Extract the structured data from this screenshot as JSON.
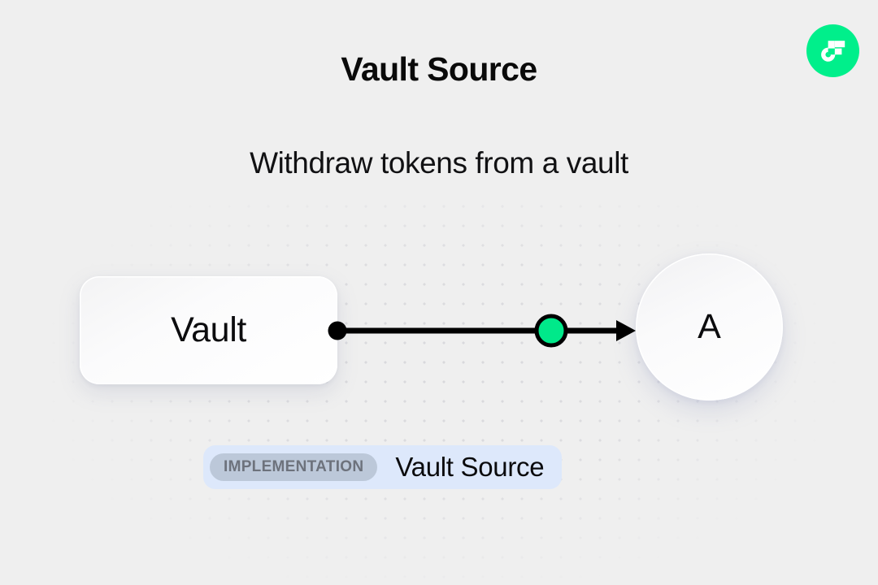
{
  "header": {
    "title": "Vault Source",
    "subtitle": "Withdraw tokens from a vault"
  },
  "brand": {
    "logo_icon": "flow-logo-icon",
    "logo_bg_color": "#00ef8b",
    "logo_mark_color": "#ffffff"
  },
  "diagram": {
    "source_node": {
      "label": "Vault",
      "shape": "rounded-rectangle"
    },
    "target_node": {
      "label": "A",
      "shape": "circle"
    },
    "edge": {
      "start_port_icon": "connector-dot-icon",
      "midpoint_icon": "edge-midpoint-dot-icon",
      "end_icon": "arrowhead-icon",
      "line_color": "#000000",
      "midpoint_color": "#00e98a"
    },
    "background": {
      "pattern": "dot-grid",
      "dot_color": "#d6d6da",
      "canvas_color": "#efefef"
    }
  },
  "badge": {
    "tag_label": "IMPLEMENTATION",
    "name_label": "Vault Source",
    "bg_color": "#dde8fb",
    "tag_bg_color": "#bcc8d9",
    "tag_text_color": "#6d727c"
  }
}
